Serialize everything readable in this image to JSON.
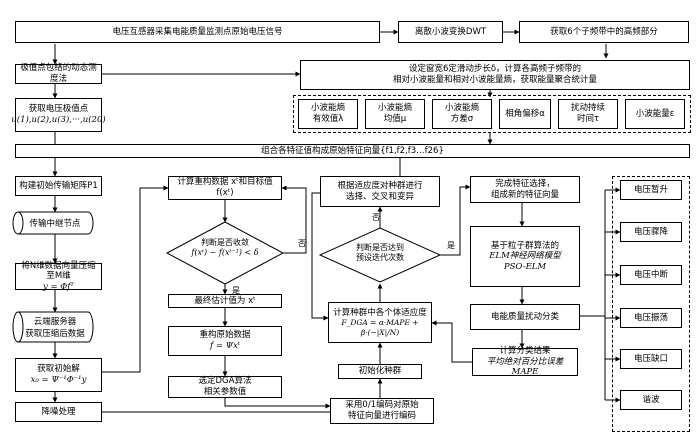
{
  "top": {
    "voltage_source": "电压互感器采集电能质量监测点原始电压信号",
    "dwt": "离散小波变换DWT",
    "high_freq": "获取6个子频带中的高频部分"
  },
  "left_top": {
    "envelope": "极值点包络的动态测度法",
    "extreme_line1": "获取电压极值点",
    "extreme_line2": "u(1),u(2),u(3),···,u(20)"
  },
  "feature_calc": {
    "line1": "设定窗宽6定滑动步长δ，计算各高频子频带的",
    "line2": "相对小波能量和相对小波能量熵，获取能量聚合统计量"
  },
  "features": [
    {
      "l1": "小波能熵",
      "l2": "有效值λ"
    },
    {
      "l1": "小波能熵",
      "l2": "均值μ"
    },
    {
      "l1": "小波能熵",
      "l2": "方差σ"
    },
    {
      "l1": "相角偏移α",
      "l2": ""
    },
    {
      "l1": "扰动持续",
      "l2": "时间τ"
    },
    {
      "l1": "小波能量ε",
      "l2": ""
    }
  ],
  "combine": "组合各特征值构成原始特征向量{f1,f2,f3…f26}",
  "left_col": {
    "build_matrix": "构建初始传输矩阵P1",
    "relay": "传输中继节点",
    "compress_l1": "将N维数据向量压缩至M维",
    "compress_l2": "y = Φfᵀ",
    "cloud_l1": "云端服务器",
    "cloud_l2": "获取压缩后数据",
    "sparse_l1": "获取初始解",
    "sparse_l2": "x₀ = Ψ⁻¹Φ⁻¹y",
    "denoise": "降噪处理"
  },
  "mid_col": {
    "calc": "计算重构数据 xᵗ和目标值 f(xᵗ)",
    "converge_l1": "判断是否收敛",
    "converge_l2": "f(xᵗ) − f(xᵗ⁻¹) < δ",
    "yes": "是",
    "no": "否",
    "final": "最终估计值为 xᵗ",
    "reconstruct_l1": "重构原始数据",
    "reconstruct_l2": "f = Ψxᵗ",
    "select_l1": "选定DGA算法",
    "select_l2": "相关参数值"
  },
  "ga_col": {
    "select_l1": "根据适应度对种群进行",
    "select_l2": "选择、交叉和变异",
    "no": "否",
    "iter_l1": "判断是否达到",
    "iter_l2": "预设迭代次数",
    "yes": "是",
    "fitness_l1": "计算种群中各个体适应度",
    "fitness_l2": "F_DGA = α·MAPE + β·(−|X|/N)",
    "init": "初始化种群",
    "encode_l1": "采用0/1编码对原始",
    "encode_l2": "特征向量进行编码"
  },
  "right_col": {
    "feature_sel_l1": "完成特征选择，",
    "feature_sel_l2": "组成新的特征向量",
    "pso_l1": "基于粒子群算法的",
    "pso_l2": "ELM神经网络模型",
    "pso_l3": "PSO-ELM",
    "classify": "电能质量扰动分类",
    "result_l1": "计算分类结果",
    "result_l2": "平均绝对百分比误差MAPE"
  },
  "outputs": [
    "电压暂升",
    "电压骤降",
    "电压中断",
    "电压振荡",
    "电压缺口",
    "谐波"
  ]
}
